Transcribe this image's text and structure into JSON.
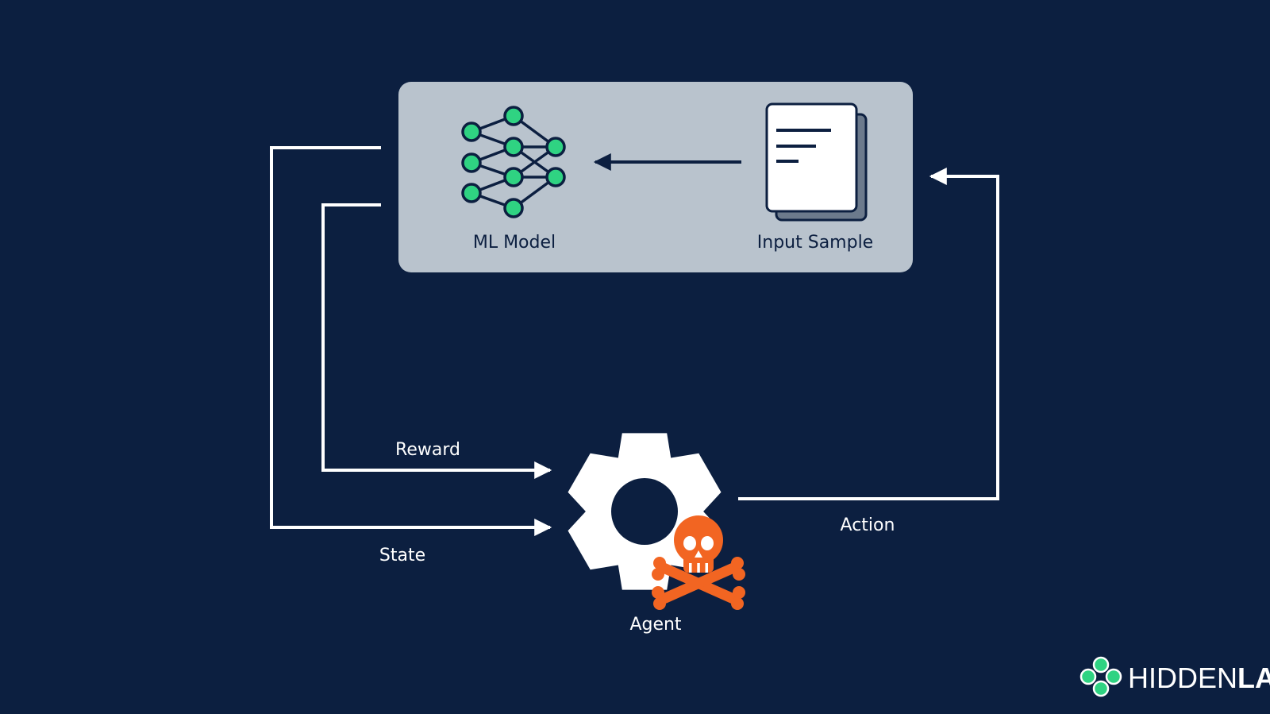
{
  "diagram": {
    "environment": {
      "model_label": "ML Model",
      "input_label": "Input Sample"
    },
    "agent_label": "Agent",
    "flows": {
      "reward": "Reward",
      "state": "State",
      "action": "Action"
    }
  },
  "logo": {
    "part1": "HIDDEN",
    "part2": "LAYER"
  },
  "colors": {
    "background": "#0c1f40",
    "panel": "#b9c3cd",
    "node": "#2fd382",
    "skull": "#f26522",
    "lines": "#ffffff"
  },
  "icons": [
    "neural-network-icon",
    "document-icon",
    "gear-icon",
    "skull-crossbones-icon",
    "hiddenlayer-logo-icon"
  ]
}
